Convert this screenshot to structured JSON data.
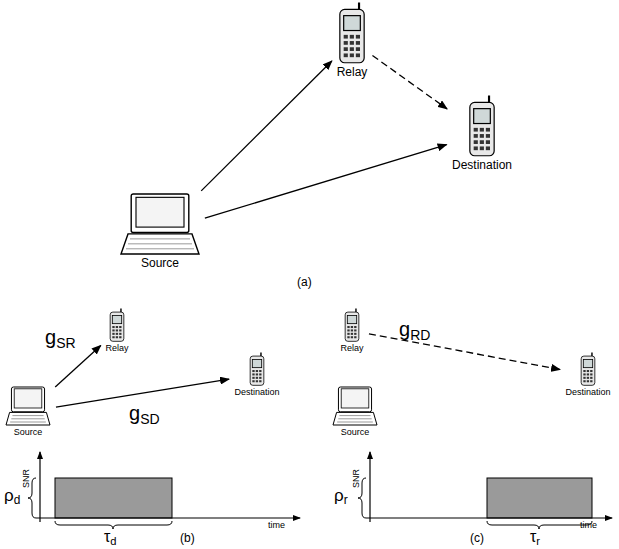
{
  "diagram": {
    "nodes": [
      {
        "text": [
          "Relay"
        ]
      },
      {
        "text": [
          "Destination"
        ]
      },
      {
        "text": [
          "Source"
        ]
      },
      {
        "text": [
          "Relay"
        ]
      },
      {
        "text": [
          "Destination"
        ]
      },
      {
        "text": [
          "Source"
        ]
      },
      {
        "text": [
          "Relay"
        ]
      },
      {
        "text": [
          "Destination"
        ]
      },
      {
        "text": [
          "Source"
        ]
      }
    ],
    "edges": [
      {
        "from": 2,
        "to": 0,
        "arrow": "to"
      },
      {
        "from": 2,
        "to": 1,
        "arrow": "to"
      },
      {
        "from": 0,
        "to": 1,
        "arrow": "to"
      },
      {
        "from": 5,
        "to": 3,
        "label": "gSR",
        "arrow": "to"
      },
      {
        "from": 5,
        "to": 4,
        "label": "gSD",
        "arrow": "to"
      },
      {
        "from": 6,
        "to": 7,
        "label": "gRD",
        "arrow": "to"
      }
    ],
    "labels": [
      "(a)",
      "SNR",
      "time",
      "ρd",
      "τd",
      "(b)",
      "SNR",
      "time",
      "ρr",
      "τr",
      "(c)"
    ]
  }
}
